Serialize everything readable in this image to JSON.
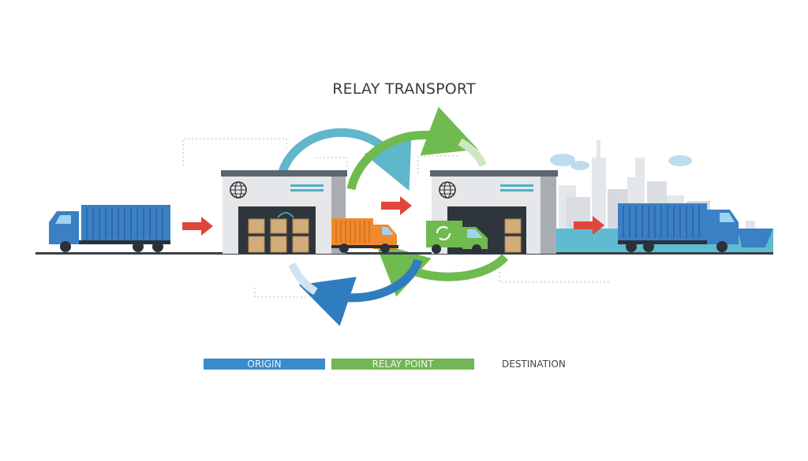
{
  "title": "RELAY TRANSPORT",
  "legend": {
    "origin": "ORIGIN",
    "relay_point": "RELAY POINT",
    "destination": "DESTINATION"
  },
  "colors": {
    "origin": "#3a8ccc",
    "relay": "#72b656",
    "arrow": "#e0463c",
    "truck_blue": "#3b7fc4",
    "truck_orange": "#f08a2c"
  }
}
